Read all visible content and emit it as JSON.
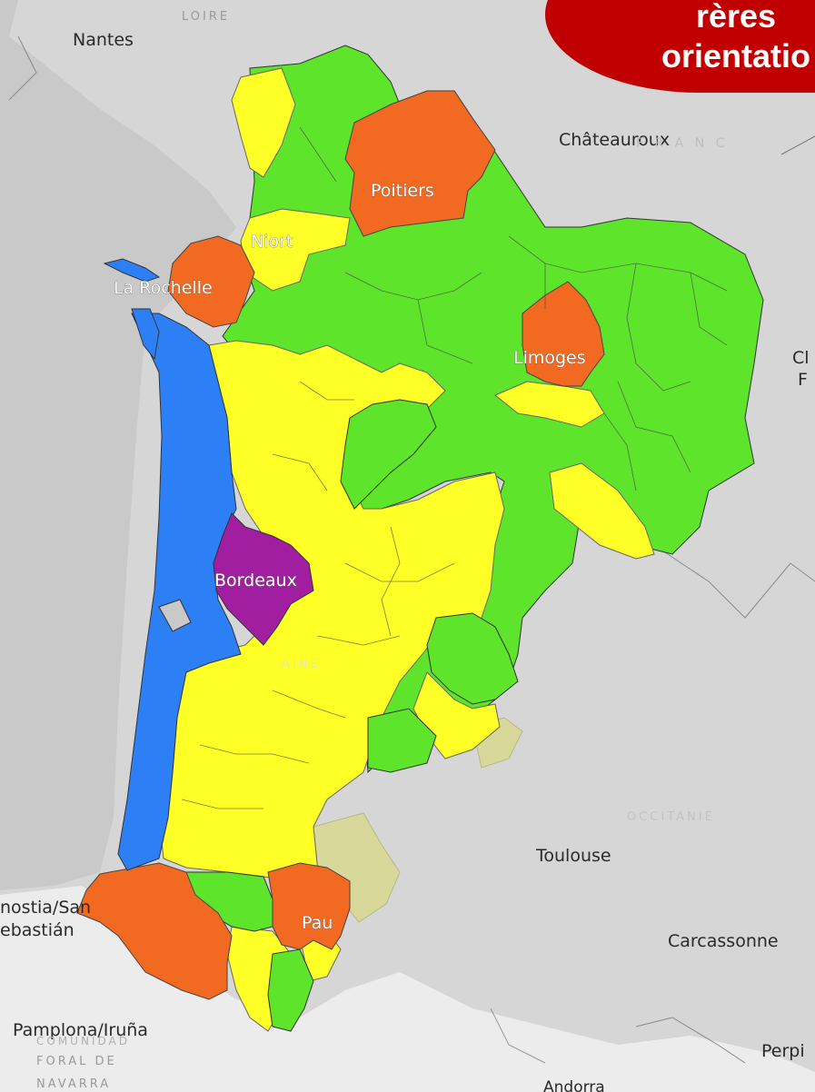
{
  "banner": {
    "line1": "rères",
    "line2": "orientatio",
    "color": "#c00000"
  },
  "legend_colors": {
    "green": "#5ee42a",
    "yellow": "#ffff28",
    "orange": "#f26a22",
    "blue": "#2d7ff5",
    "purple": "#a21ea0",
    "beige": "#d8d89a",
    "land": "#d6d6d6",
    "spain": "#ececec"
  },
  "cities": {
    "nantes": "Nantes",
    "chateauroux": "Châteauroux",
    "poitiers": "Poitiers",
    "niort": "Niort",
    "la_rochelle": "La Rochelle",
    "limoges": "Limoges",
    "bordeaux": "Bordeaux",
    "toulouse": "Toulouse",
    "carcassonne": "Carcassonne",
    "pau": "Pau",
    "donostia_1": "nostia/San",
    "donostia_2": "ebastián",
    "pamplona": "Pamplona/Iruña",
    "perpignan": "Perpi",
    "cl_1": "Cl",
    "cl_2": "F",
    "andorra": "Andorra"
  },
  "faint_labels": {
    "loire": "LOIRE",
    "france": "F R A N C",
    "occitanie": "OCCITANIE",
    "aine": "AINE",
    "foral_1": "FORAL DE",
    "foral_2": "NAVARRA",
    "comunidad": "COMUNIDAD"
  }
}
